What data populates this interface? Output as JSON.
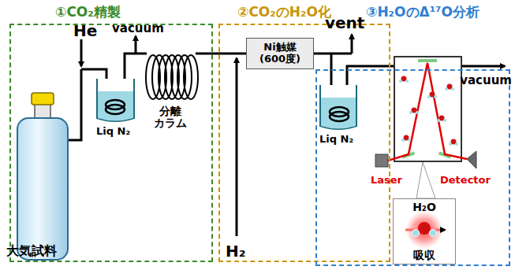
{
  "diagram": {
    "nodes": [
      {
        "text": [
          "①CO₂精製"
        ]
      },
      {
        "text": [
          "②CO₂のH₂O化"
        ]
      },
      {
        "text": [
          "③H₂OのΔ¹⁷O分析"
        ]
      },
      {
        "text": [
          "Ni触媒 (600度)"
        ],
        "in": 1
      },
      {
        "text": [
          "H₂O",
          "吸収"
        ],
        "in": 2
      }
    ],
    "labels": [
      "He",
      "vacuum",
      "分離 カラム",
      "Liq N₂",
      "大気試料",
      "H₂",
      "vent",
      "Liq N₂",
      "vacuum",
      "Laser",
      "Detector"
    ]
  }
}
